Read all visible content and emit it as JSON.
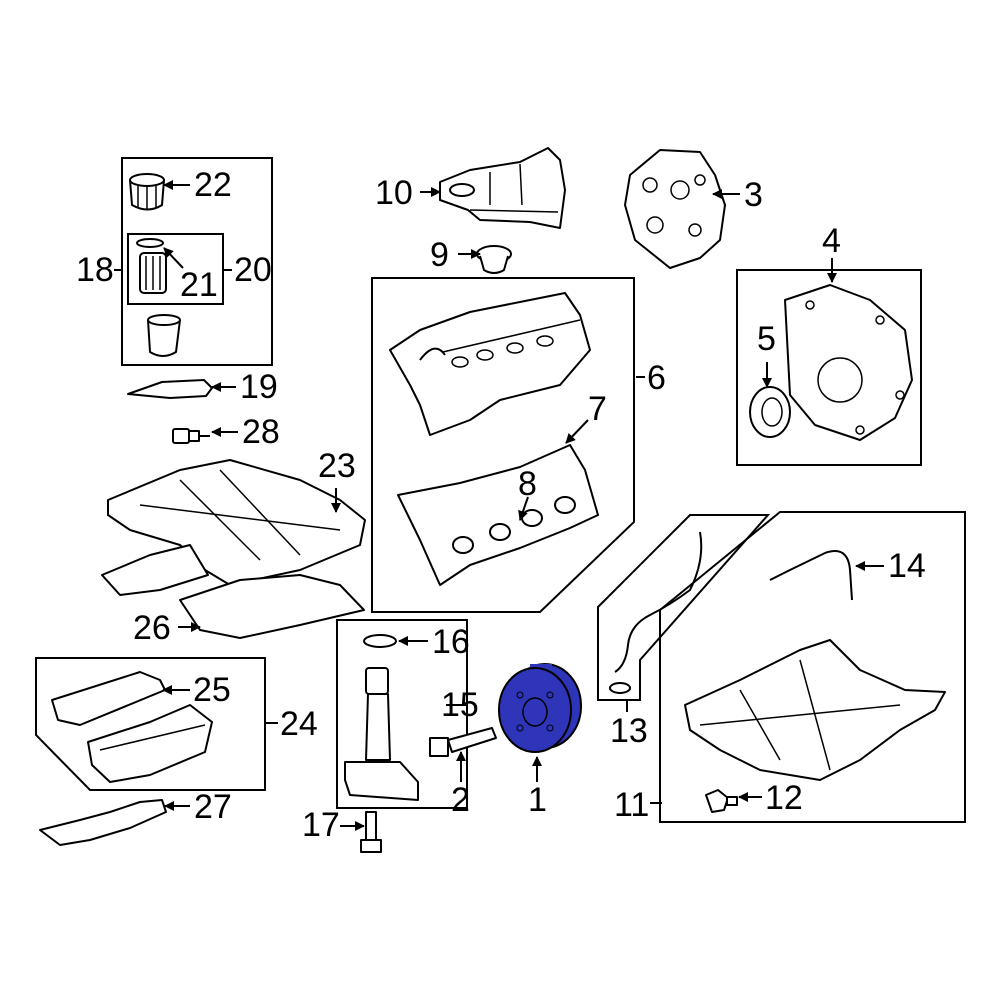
{
  "diagram": {
    "highlight_color": "#2e35b8",
    "outline_color": "#000000",
    "callouts": {
      "c1": "1",
      "c2": "2",
      "c3": "3",
      "c4": "4",
      "c5": "5",
      "c6": "6",
      "c7": "7",
      "c8": "8",
      "c9": "9",
      "c10": "10",
      "c11": "11",
      "c12": "12",
      "c13": "13",
      "c14": "14",
      "c15": "15",
      "c16": "16",
      "c17": "17",
      "c18": "18",
      "c19": "19",
      "c20": "20",
      "c21": "21",
      "c22": "22",
      "c23": "23",
      "c24": "24",
      "c25": "25",
      "c26": "26",
      "c27": "27",
      "c28": "28"
    }
  }
}
